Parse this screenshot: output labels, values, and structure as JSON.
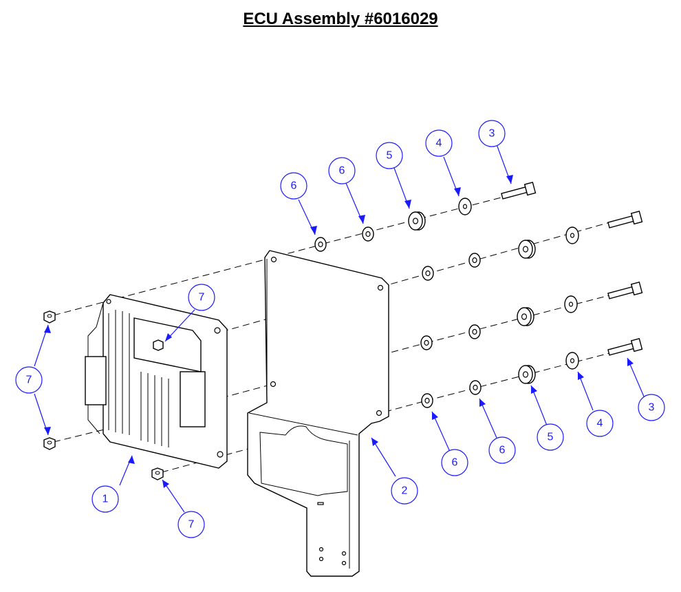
{
  "title": "ECU Assembly #6016029",
  "colors": {
    "callout": "#1a1aff",
    "line": "#000000",
    "background": "#ffffff"
  },
  "callouts": [
    {
      "label": "1"
    },
    {
      "label": "2"
    },
    {
      "label": "3"
    },
    {
      "label": "3"
    },
    {
      "label": "4"
    },
    {
      "label": "4"
    },
    {
      "label": "5"
    },
    {
      "label": "5"
    },
    {
      "label": "6"
    },
    {
      "label": "6"
    },
    {
      "label": "6"
    },
    {
      "label": "6"
    },
    {
      "label": "7"
    },
    {
      "label": "7"
    },
    {
      "label": "7"
    }
  ]
}
